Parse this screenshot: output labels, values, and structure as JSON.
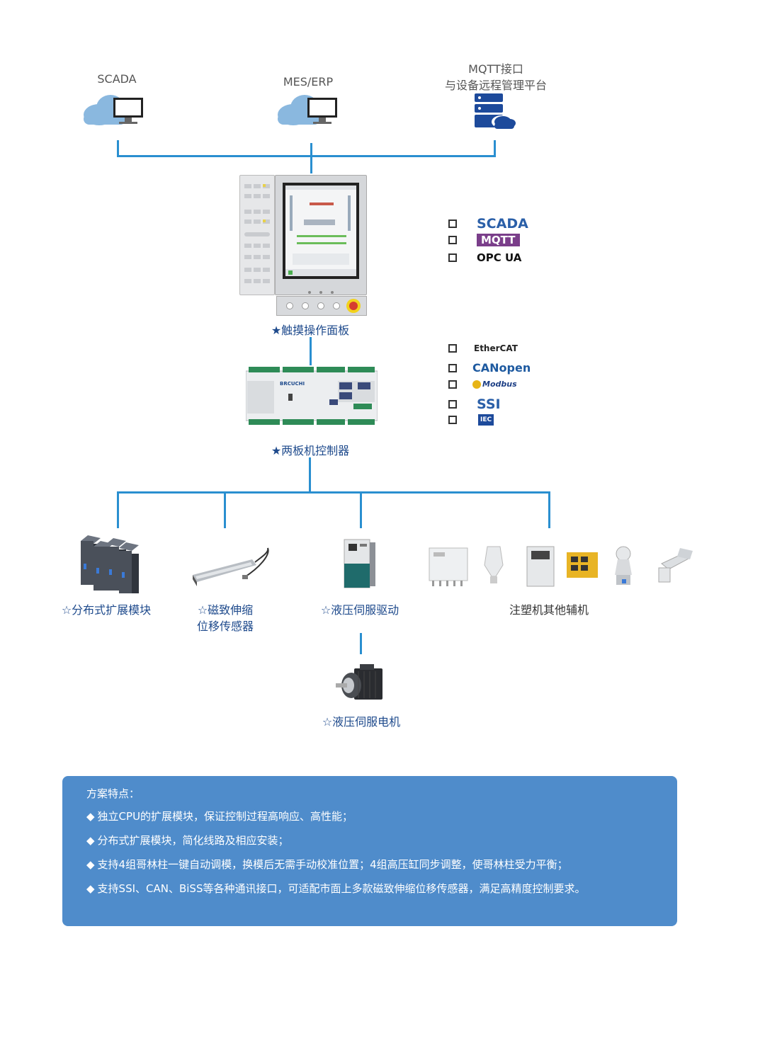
{
  "top_nodes": {
    "scada": "SCADA",
    "mes_erp": "MES/ERP",
    "mqtt_line1": "MQTT接口",
    "mqtt_line2": "与设备远程管理平台"
  },
  "hmi_label": "★触摸操作面板",
  "controller_label": "★两板机控制器",
  "controller_brand": "BRCUCHI",
  "panel_protocols": [
    "SCADA",
    "MQTT",
    "OPC UA"
  ],
  "controller_protocols": [
    "EtherCAT",
    "CANopen",
    "Modbus",
    "SSI",
    "IEC"
  ],
  "bottom_nodes": {
    "expansion": "☆分布式扩展模块",
    "sensor_line1": "☆磁致伸缩",
    "sensor_line2": "位移传感器",
    "servo_drive": "☆液压伺服驱动",
    "aux": "注塑机其他辅机",
    "servo_motor": "☆液压伺服电机"
  },
  "features": {
    "title": "方案特点：",
    "items": [
      "独立CPU的扩展模块，保证控制过程高响应、高性能；",
      "分布式扩展模块，简化线路及相应安装；",
      "支持4组哥林柱一键自动调模，换模后无需手动校准位置；4组高压缸同步调整，使哥林柱受力平衡；",
      "支持SSI、CAN、BiSS等各种通讯接口，可适配市面上多款磁致伸缩位移传感器，满足高精度控制要求。"
    ]
  },
  "colors": {
    "line": "#2a8fd0",
    "label_blue": "#1e4a8c",
    "feature_box": "#4f8ccb",
    "cloud": "#8ab8df",
    "server": "#1d4a9b"
  }
}
